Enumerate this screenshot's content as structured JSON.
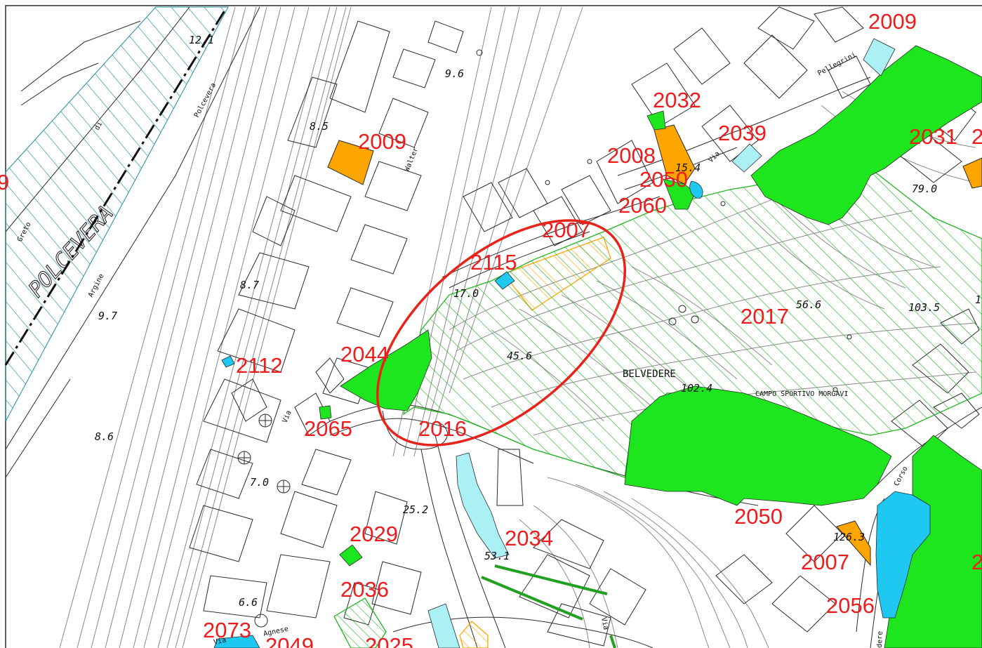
{
  "colors": {
    "background": "#ffffff",
    "base_line": "#8a8a8a",
    "dark_line": "#2a2a2a",
    "green_fill": "#1ee61e",
    "green_hatch": "#22b522",
    "orange_fill": "#ffa500",
    "cyan_fill": "#1ec8f0",
    "light_cyan_fill": "#aaf0f5",
    "river_hatch": "#1d8fa0",
    "label_red": "#ee1c1c",
    "ellipse_red": "#e8231a"
  },
  "river": {
    "name": "POLCEVERA"
  },
  "zone_labels": [
    {
      "id": "z2009a",
      "text": "2009"
    },
    {
      "id": "z2032",
      "text": "2032"
    },
    {
      "id": "z2009b",
      "text": "2009"
    },
    {
      "id": "z2039",
      "text": "2039"
    },
    {
      "id": "z2031",
      "text": "2031"
    },
    {
      "id": "z2008",
      "text": "2008"
    },
    {
      "id": "z2050a",
      "text": "2050"
    },
    {
      "id": "z2060",
      "text": "2060"
    },
    {
      "id": "z2007a",
      "text": "2007"
    },
    {
      "id": "z2115",
      "text": "2115"
    },
    {
      "id": "z2017",
      "text": "2017"
    },
    {
      "id": "z2044",
      "text": "2044"
    },
    {
      "id": "z2112",
      "text": "2112"
    },
    {
      "id": "z2065",
      "text": "2065"
    },
    {
      "id": "z2016",
      "text": "2016"
    },
    {
      "id": "z2050b",
      "text": "2050"
    },
    {
      "id": "z2029",
      "text": "2029"
    },
    {
      "id": "z2034",
      "text": "2034"
    },
    {
      "id": "z2007b",
      "text": "2007"
    },
    {
      "id": "z2036",
      "text": "2036"
    },
    {
      "id": "z2056",
      "text": "2056"
    },
    {
      "id": "z2073",
      "text": "2073"
    },
    {
      "id": "z2049",
      "text": "2049"
    },
    {
      "id": "z2025",
      "text": "2025"
    },
    {
      "id": "z9",
      "text": "9"
    },
    {
      "id": "z2edge1",
      "text": "2"
    },
    {
      "id": "z2edge2",
      "text": "2"
    }
  ],
  "elevations": [
    {
      "id": "e121",
      "text": "12.1"
    },
    {
      "id": "e96",
      "text": "9.6"
    },
    {
      "id": "e85",
      "text": "8.5"
    },
    {
      "id": "e154",
      "text": "15.4"
    },
    {
      "id": "e790",
      "text": "79.0"
    },
    {
      "id": "e87",
      "text": "8.7"
    },
    {
      "id": "e97",
      "text": "9.7"
    },
    {
      "id": "e170",
      "text": "17.0"
    },
    {
      "id": "e566",
      "text": "56.6"
    },
    {
      "id": "e1035",
      "text": "103.5"
    },
    {
      "id": "e1edge",
      "text": "1"
    },
    {
      "id": "e456",
      "text": "45.6"
    },
    {
      "id": "e1024",
      "text": "102.4"
    },
    {
      "id": "e86",
      "text": "8.6"
    },
    {
      "id": "e70",
      "text": "7.0"
    },
    {
      "id": "e252",
      "text": "25.2"
    },
    {
      "id": "e1263",
      "text": "126.3"
    },
    {
      "id": "e531",
      "text": "53.1"
    },
    {
      "id": "e66",
      "text": "6.6"
    }
  ],
  "street_labels": [
    {
      "id": "s_polcevera",
      "text": "Polcevera"
    },
    {
      "id": "s_di",
      "text": "di"
    },
    {
      "id": "s_greto",
      "text": "Greto"
    },
    {
      "id": "s_argine",
      "text": "Argine"
    },
    {
      "id": "s_walter",
      "text": "Walter"
    },
    {
      "id": "s_via1",
      "text": "Via"
    },
    {
      "id": "s_pellegrini",
      "text": "Pellegrini"
    },
    {
      "id": "s_via2",
      "text": "Via"
    },
    {
      "id": "s_corso",
      "text": "Corso"
    },
    {
      "id": "s_via3",
      "text": "Via"
    },
    {
      "id": "s_agnese",
      "text": "Agnese"
    },
    {
      "id": "s_via4",
      "text": "Via"
    },
    {
      "id": "s_dere",
      "text": "dere"
    }
  ],
  "place_labels": [
    {
      "id": "p_belvedere",
      "text": "BELVEDERE"
    },
    {
      "id": "p_campo",
      "text": "CAMPO SPORTIVO MORGAVI"
    }
  ]
}
